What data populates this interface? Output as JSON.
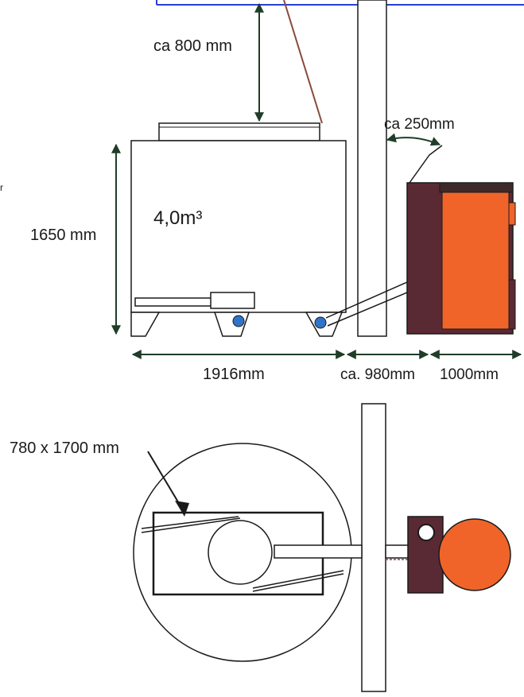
{
  "labels": {
    "top_clearance": "ca 800 mm",
    "tank_height": "1650 mm",
    "tank_volume": "4,0m³",
    "wall_gap": "ca 250mm",
    "tank_width": "1916mm",
    "boiler_distance": "ca. 980mm",
    "boiler_width": "1000mm",
    "hatch_size": "780 x 1700 mm"
  },
  "colors": {
    "line": "#1a1a1a",
    "arrow": "#1f3d28",
    "boiler_orange": "#f0642a",
    "boiler_dark": "#5a2a34",
    "boiler_top": "#3d2a2a",
    "wheel_blue": "#2f74c8",
    "frame_blue": "#2a3fd0",
    "chute_brown": "#8a4a3c"
  }
}
